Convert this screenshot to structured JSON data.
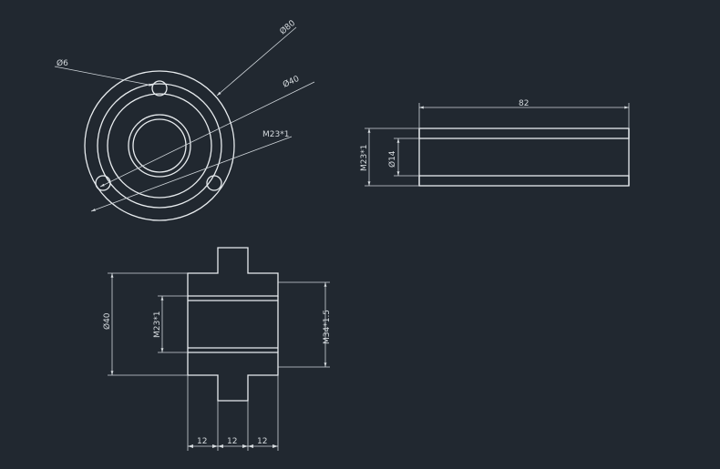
{
  "colors": {
    "background": "#212830",
    "lines": "#e8ecef",
    "dims": "#d5dade"
  },
  "front_view": {
    "od_outer": "Ø80",
    "od_bolt": "Ø40",
    "hole": "Ø6",
    "thread": "M23*1"
  },
  "side_view": {
    "length": "82",
    "thread": "M23*1",
    "bore": "Ø14"
  },
  "section_view": {
    "flange_dia": "Ø40",
    "thread": "M23*1",
    "outer_thread": "M34*1.5",
    "w1": "12",
    "w2": "12",
    "w3": "12"
  }
}
